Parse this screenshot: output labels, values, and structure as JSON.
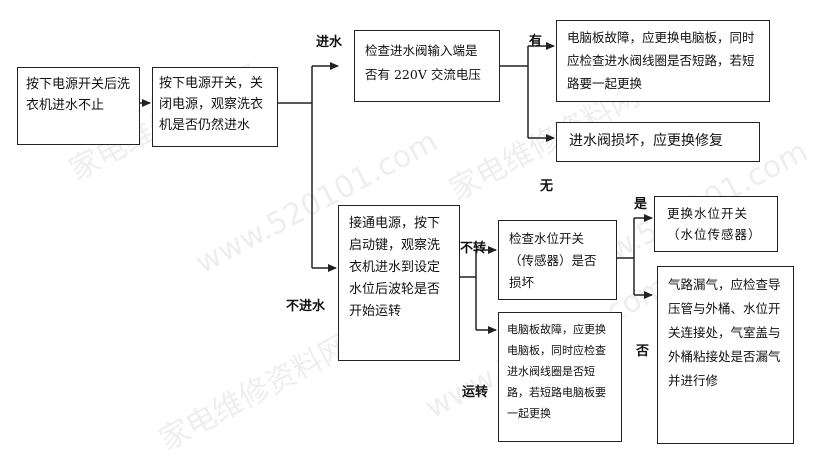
{
  "nodes": {
    "start": "按下电源开关后洗衣机进水不止",
    "power_off_check": "按下电源开关，关闭电源，观察洗衣机是否仍然进水",
    "check_valve_input": "检查进水阀输入端是否有 220V 交流电压",
    "board_fault": "电脑板故障，应更换电脑板，同时应检查进水阀线圈是否短路，若短路要一起更换",
    "valve_damaged": "进水阀损坏，应更换修复",
    "power_on_check": "接通电源，按下启动键，观察洗衣机进水到设定水位后波轮是否开始运转",
    "check_level_switch": "检查水位开关（传感器）是否损坏",
    "replace_level_switch": "更换水位开关（水位传感器）",
    "air_leak": "气路漏气，应检查导压管与外桶、水位开关连接处，气室盖与外桶粘接处是否漏气并进行修",
    "board_fault_2": "电脑板故障，应更换电脑板，同时应检查进水阀线圈是否短路，若短路电脑板要一起更换"
  },
  "labels": {
    "water_in": "进水",
    "yes_voltage": "有",
    "no_voltage": "无",
    "no_water_in": "不进水",
    "not_rotating": "不转",
    "rotating": "运转",
    "yes": "是",
    "no": "否"
  },
  "watermarks": [
    "家电维修资料网",
    "www.520101.com",
    "家电维修资料网",
    "www.520101.com",
    "家电维修资料网",
    "www.520101.com"
  ]
}
